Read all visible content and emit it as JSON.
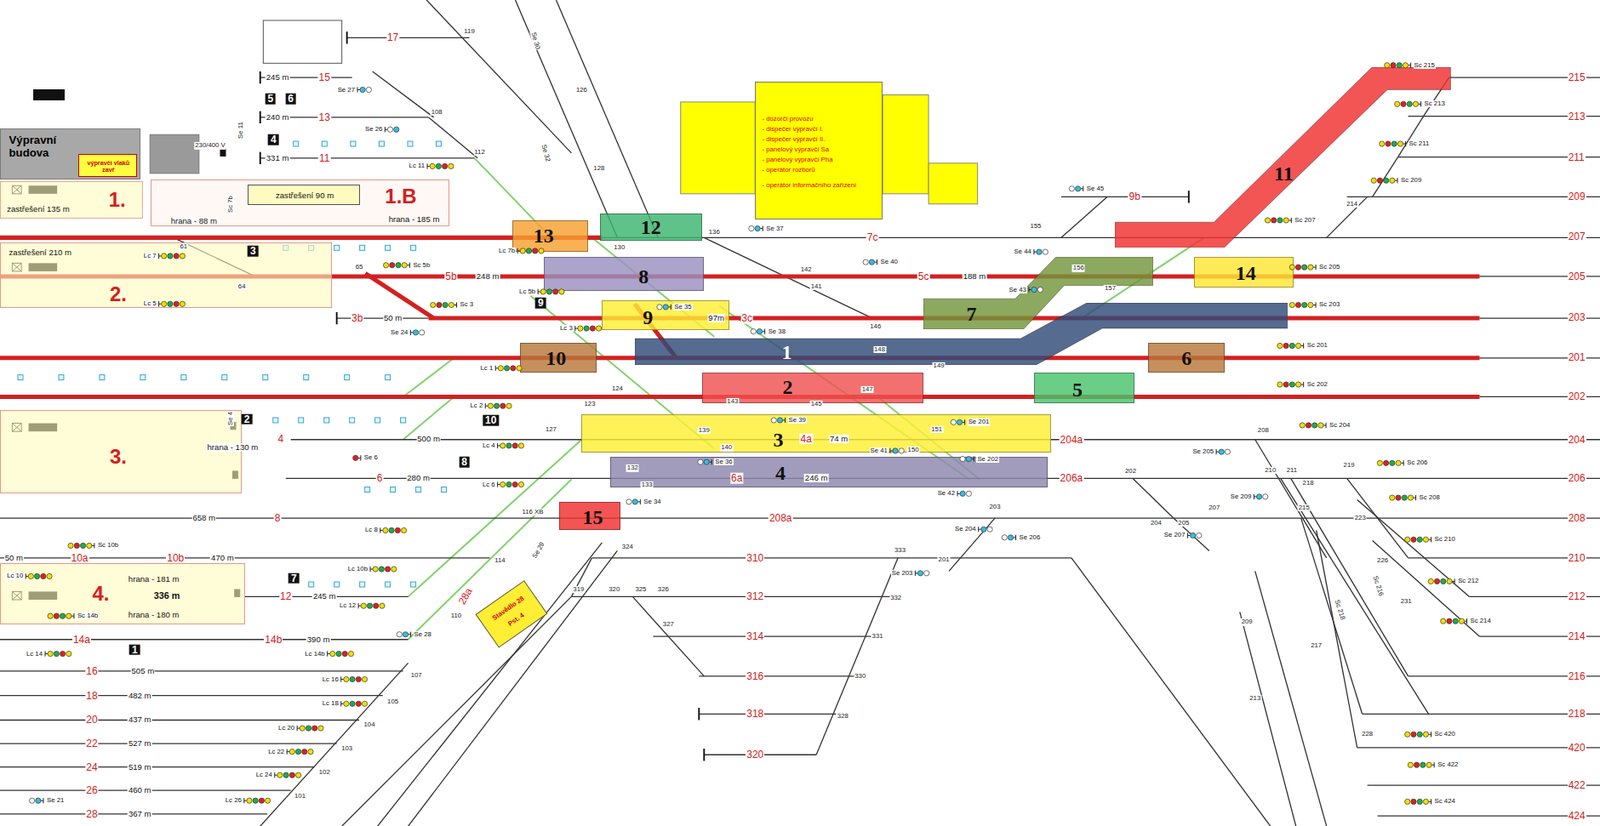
{
  "diagram": {
    "nodes": [
      {
        "text": [
          "Výpravní budova"
        ]
      },
      {
        "text": [
          "výpravčí vlaků zavř"
        ],
        "in": 0
      },
      {
        "text": [
          "zastřešení 135 m",
          "1."
        ]
      },
      {
        "text": [
          "1.B",
          "hrana - 185 m"
        ]
      },
      {
        "text": [
          "zastřešení 90 m"
        ],
        "in": 3
      },
      {
        "text": [
          "- dozorčí provozu",
          "- dispečer výpravčí I.",
          "- dispečer výpravčí II.",
          "- panelový výpravčí Sa",
          "- panelový výpravčí Pha",
          "- operátor rozborů",
          "- operátor informačního zařízení"
        ]
      },
      {
        "text": [
          "1"
        ]
      },
      {
        "text": [
          "2"
        ]
      },
      {
        "text": [
          "3"
        ]
      },
      {
        "text": [
          "4"
        ]
      },
      {
        "text": [
          "5"
        ]
      },
      {
        "text": [
          "6"
        ]
      },
      {
        "text": [
          "7"
        ]
      },
      {
        "text": [
          "8"
        ]
      },
      {
        "text": [
          "9"
        ]
      },
      {
        "text": [
          "10"
        ]
      },
      {
        "text": [
          "11"
        ]
      },
      {
        "text": [
          "12"
        ]
      },
      {
        "text": [
          "13"
        ]
      },
      {
        "text": [
          "14"
        ]
      },
      {
        "text": [
          "15"
        ]
      },
      {
        "text": [
          "zastřešení 210 m",
          "2."
        ]
      },
      {
        "text": [
          "3."
        ]
      },
      {
        "text": [
          "4.",
          "hrana - 181 m",
          "336 m",
          "hrana - 180 m"
        ]
      },
      {
        "text": [
          "Stavědlo 28",
          "Pst. 4"
        ]
      }
    ],
    "labels": [
      "17",
      "245 m",
      "15",
      "240 m",
      "13",
      "331 m",
      "11",
      "119",
      "108",
      "112",
      "126",
      "128",
      "Se 27",
      "Se 26",
      "Lc 11",
      "230/400 V",
      "5",
      "6",
      "4",
      "Se 11",
      "hrana - 88 m",
      "Sc 7b",
      "Lc 7",
      "61",
      "64",
      "3",
      "65",
      "Sc 5b",
      "5b",
      "248 m",
      "Lc 5",
      "3b",
      "50 m",
      "Sc 3",
      "Se 24",
      "9",
      "Lc 7b",
      "Lc 5b",
      "Lc 3",
      "Lc 1",
      "Lc 2",
      "2",
      "10",
      "Se 4",
      "hrana - 130 m",
      "4",
      "500 m",
      "Lc 4",
      "Se 6",
      "6",
      "280 m",
      "8",
      "Lc 6",
      "658 m",
      "8",
      "Lc 8",
      "Sc 10b",
      "50 m",
      "10a",
      "10b",
      "470 m",
      "Lc 10b",
      "7",
      "Lc 10",
      "12",
      "245 m",
      "Lc 12",
      "Sc 14b",
      "14a",
      "14b",
      "390 m",
      "Lc 14",
      "1",
      "Lc 14b",
      "Se 28",
      "16",
      "505 m",
      "Lc 16",
      "18",
      "482 m",
      "Lc 18",
      "20",
      "437 m",
      "Lc 20",
      "22",
      "527 m",
      "Lc 22",
      "24",
      "519 m",
      "Lc 24",
      "26",
      "460 m",
      "Lc 26",
      "28",
      "367 m",
      "Se 21",
      "107",
      "105",
      "104",
      "103",
      "102",
      "101",
      "110",
      "114",
      "Se 29",
      "28a",
      "116 XB",
      "123",
      "124",
      "127",
      "130",
      "136",
      "Se 37",
      "7c",
      "142",
      "141",
      "Se 40",
      "146",
      "5c",
      "188 m",
      "97m",
      "3c",
      "Se 35",
      "Se 38",
      "148",
      "149",
      "147",
      "143",
      "145",
      "Se 39",
      "139",
      "4a",
      "74 m",
      "140",
      "Se 41",
      "150",
      "151",
      "Se 201",
      "204a",
      "132",
      "133",
      "Se 36",
      "6a",
      "246 m",
      "Se 202",
      "206a",
      "Se 42",
      "Se 34",
      "208a",
      "203",
      "Se 204",
      "Se 206",
      "201",
      "Se 203",
      "324",
      "310",
      "333",
      "319",
      "320",
      "325",
      "326",
      "312",
      "332",
      "327",
      "314",
      "331",
      "316",
      "330",
      "318",
      "328",
      "320",
      "Se 44",
      "155",
      "Se 43",
      "156",
      "157",
      "Se 45",
      "9b",
      "214",
      "Sc 215",
      "Sc 213",
      "Sc 211",
      "Sc 209",
      "Sc 207",
      "Sc 205",
      "Sc 203",
      "Sc 201",
      "Sc 202",
      "Sc 204",
      "Sc 206",
      "Sc 208",
      "Sc 210",
      "Sc 212",
      "Sc 214",
      "Sc 420",
      "Sc 422",
      "Sc 424",
      "Sc 218",
      "Sc 216",
      "Se 205",
      "Se 209",
      "Se 207",
      "208",
      "202",
      "210",
      "211",
      "218",
      "219",
      "207",
      "215",
      "223",
      "204",
      "205",
      "226",
      "231",
      "209",
      "217",
      "213",
      "228",
      "Se 30",
      "Se 32",
      "215",
      "213",
      "211",
      "209",
      "207",
      "205",
      "203",
      "201",
      "202",
      "204",
      "206",
      "208",
      "210",
      "212",
      "214",
      "216",
      "218",
      "420",
      "422",
      "424"
    ]
  }
}
